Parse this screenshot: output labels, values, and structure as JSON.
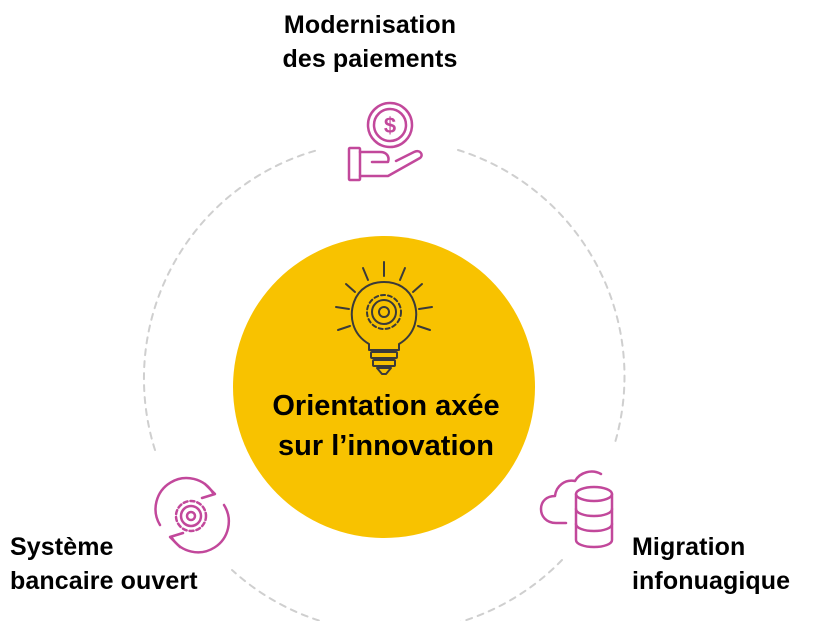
{
  "colors": {
    "accent_magenta": "#c2489b",
    "core_yellow": "#f8c200",
    "ring_gray": "#cfcfcf",
    "icon_dark": "#3a3a3a",
    "text": "#000000"
  },
  "center": {
    "line1": "Orientation axée",
    "line2": "sur l’innovation",
    "icon": "lightbulb-gear-icon"
  },
  "nodes": {
    "top": {
      "line1": "Modernisation",
      "line2": "des paiements",
      "icon": "hand-dollar-coin-icon"
    },
    "left": {
      "line1": "Système",
      "line2": "bancaire ouvert",
      "icon": "gear-cycle-arrows-icon"
    },
    "right": {
      "line1": "Migration",
      "line2": "infonuagique",
      "icon": "cloud-database-icon"
    }
  }
}
